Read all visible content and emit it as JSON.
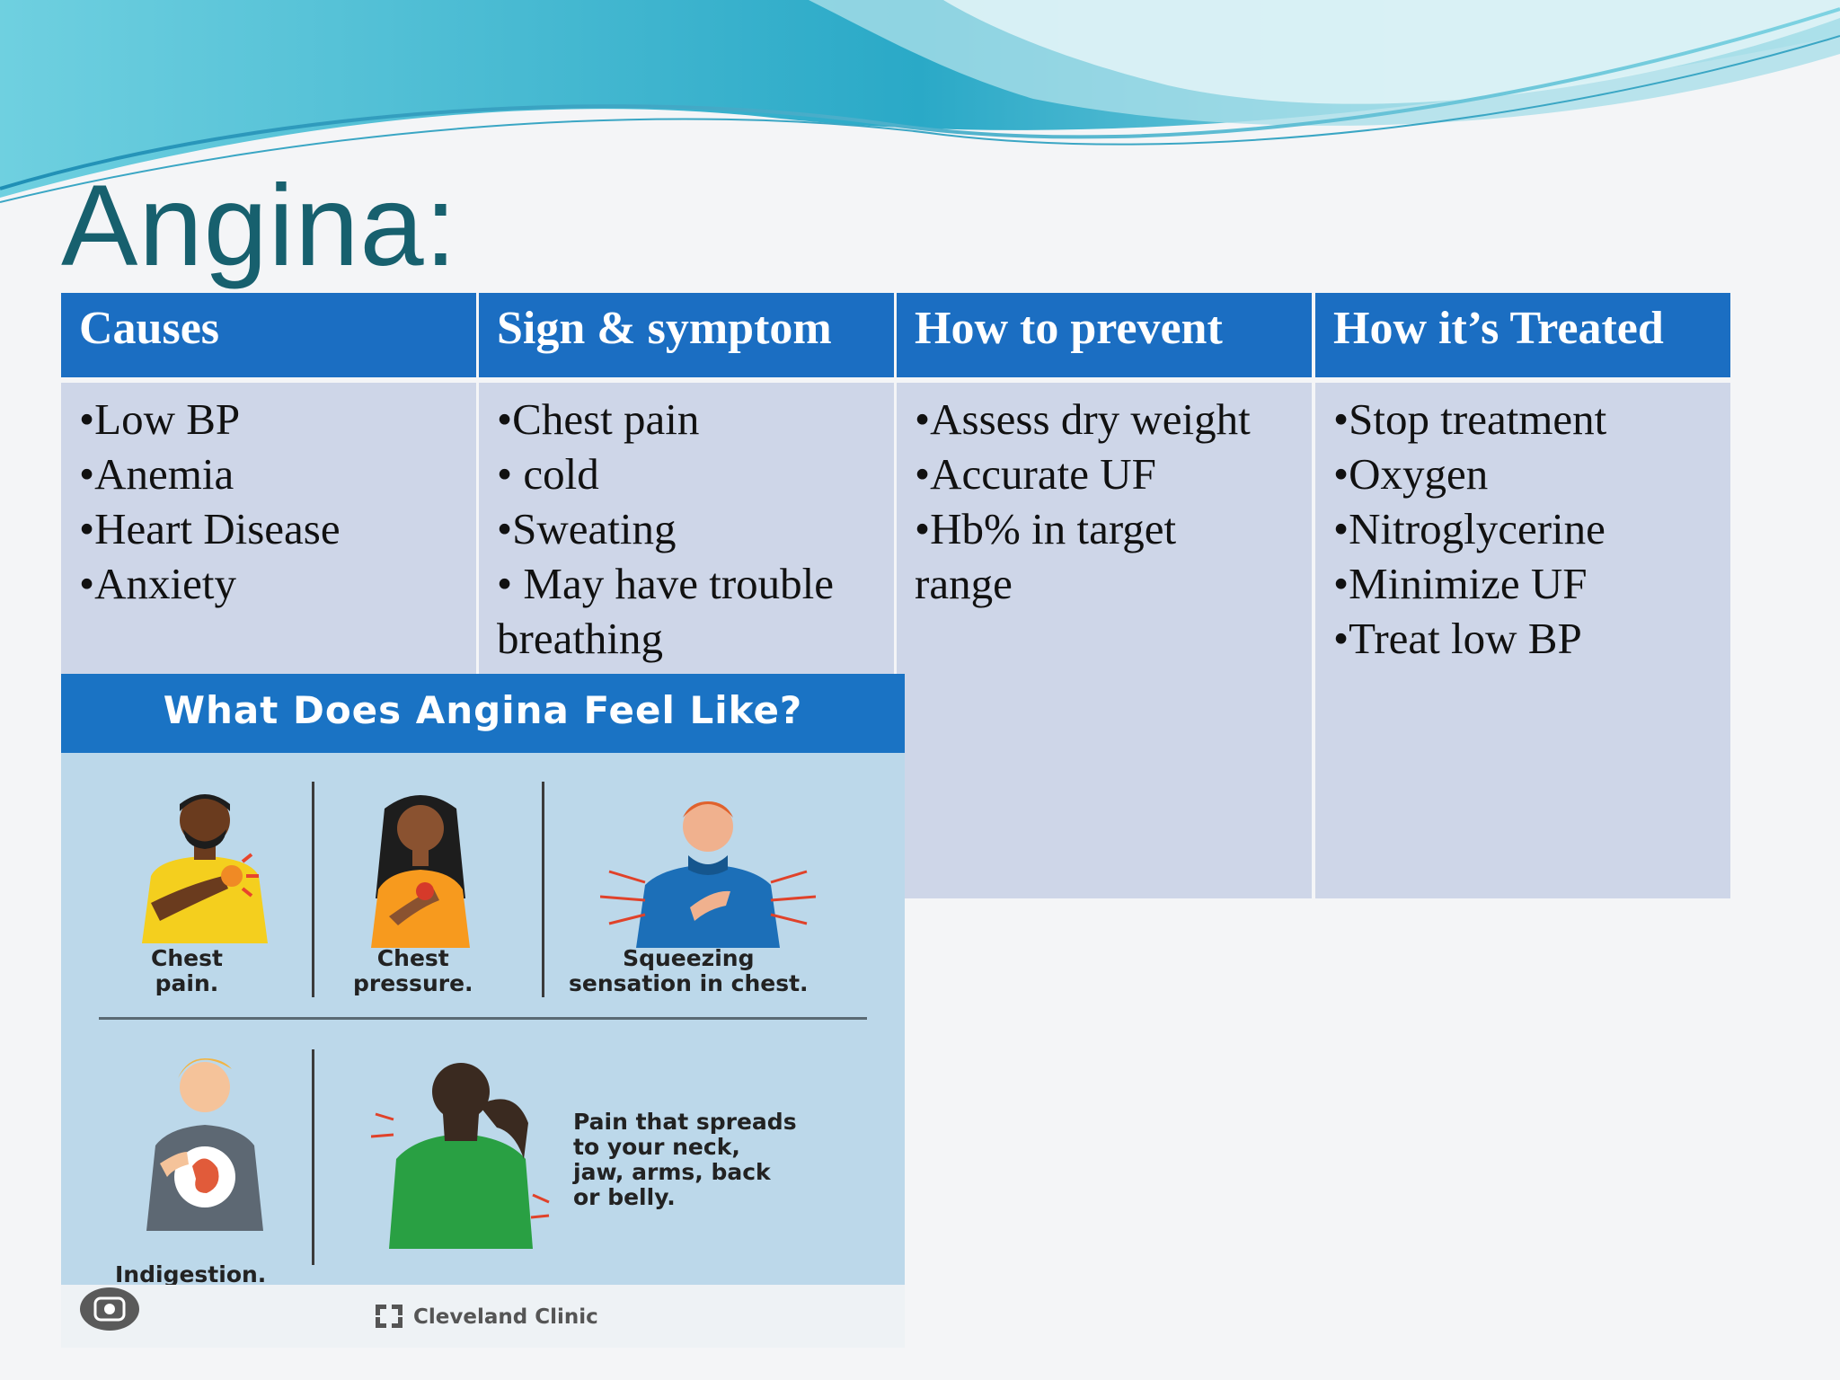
{
  "title": "Angina:",
  "table": {
    "headers": [
      "Causes",
      "Sign & symptom",
      "How to prevent",
      "How it’s Treated"
    ],
    "causes": [
      "•Low BP",
      "•Anemia",
      "•Heart Disease",
      "•Anxiety"
    ],
    "signs": [
      "•Chest pain",
      "• cold",
      "•Sweating",
      "• May have trouble",
      "breathing"
    ],
    "prevent": [
      "•Assess dry weight",
      "•Accurate UF",
      "•Hb% in target",
      "range"
    ],
    "treated": [
      "•Stop treatment",
      "•Oxygen",
      "•Nitroglycerine",
      "•Minimize UF",
      "•Treat low BP"
    ]
  },
  "infographic": {
    "heading": "What Does Angina Feel Like?",
    "captions": {
      "chest_pain": [
        "Chest",
        "pain."
      ],
      "chest_pressure": [
        "Chest",
        "pressure."
      ],
      "squeezing": [
        "Squeezing",
        "sensation in chest."
      ],
      "indigestion": [
        "Indigestion."
      ],
      "spreads": [
        "Pain that spreads",
        "to your neck,",
        "jaw, arms, back",
        "or belly."
      ]
    },
    "credit": "Cleveland Clinic"
  },
  "colors": {
    "title": "#17606e",
    "header_blue": "#1b6ec2",
    "cell_bg": "#ced6e8",
    "infographic_bg": "#bcd8ea"
  }
}
